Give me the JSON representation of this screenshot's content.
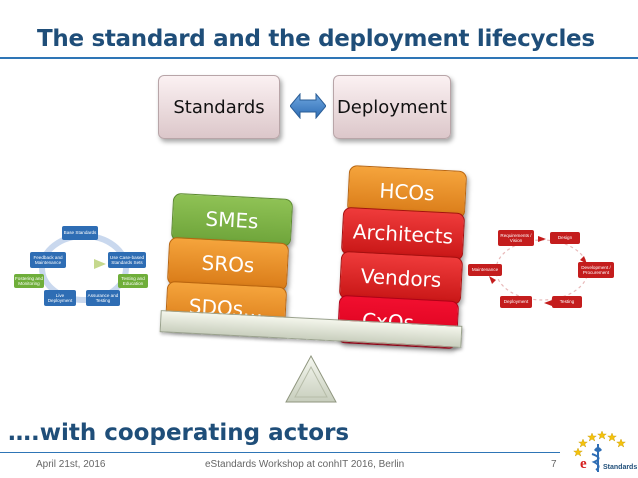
{
  "slide": {
    "title": "The standard and the deployment lifecycles",
    "bottom_text": "….with cooperating actors",
    "footer": {
      "date": "April 21st, 2016",
      "event": "eStandards Workshop at conhIT 2016, Berlin",
      "page": "7"
    },
    "top_boxes": {
      "left": "Standards",
      "right": "Deployment"
    },
    "left_stack": [
      "SMEs",
      "SROs",
      "SDOs…"
    ],
    "right_stack": [
      "HCOs",
      "Architects",
      "Vendors",
      "CxOs…"
    ],
    "left_cycle": {
      "items": [
        "Base Standards",
        "Use Case-based Standards Sets",
        "Testing and Education",
        "Assurance and Testing",
        "Live Deployment",
        "Fostering and Monitoring",
        "Feedback and Maintenance"
      ]
    },
    "right_cycle": {
      "items": [
        "Requirements / Vision",
        "Design",
        "Development / Procurement",
        "Testing",
        "Deployment",
        "Maintenance"
      ]
    },
    "logo": {
      "letter": "e",
      "text": "Standards"
    }
  },
  "colors": {
    "title": "#1f4e79",
    "accent_line": "#2e75b6",
    "green": "#77ac45",
    "orange": "#e48a24",
    "red": "#d62020",
    "cycle_blue": "#2e6db4",
    "cycle_green": "#6fae3a",
    "cycle_red": "#c41d1d"
  }
}
